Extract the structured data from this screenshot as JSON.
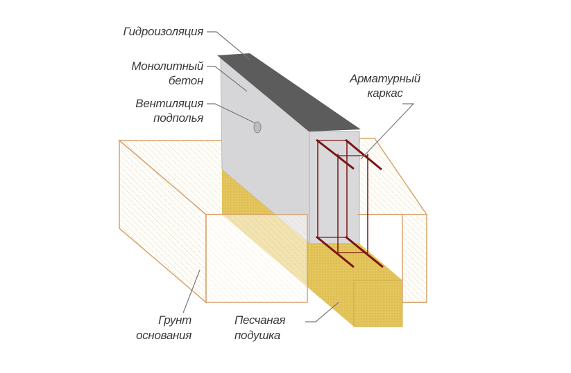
{
  "labels": {
    "waterproofing": "Гидроизоляция",
    "concrete_1": "Монолитный",
    "concrete_2": "бетон",
    "vent_1": "Вентиляция",
    "vent_2": "подполья",
    "rebar_1": "Арматурный",
    "rebar_2": "каркас",
    "soil_1": "Грунт",
    "soil_2": "основания",
    "sand_1": "Песчаная",
    "sand_2": "подушка"
  },
  "colors": {
    "waterproofing": "#5c5c5c",
    "concrete": "#d6d6d8",
    "sand": "#e3c45a",
    "soil_outline": "#d8a46e",
    "rebar": "#7a1414",
    "leader": "#777777"
  }
}
